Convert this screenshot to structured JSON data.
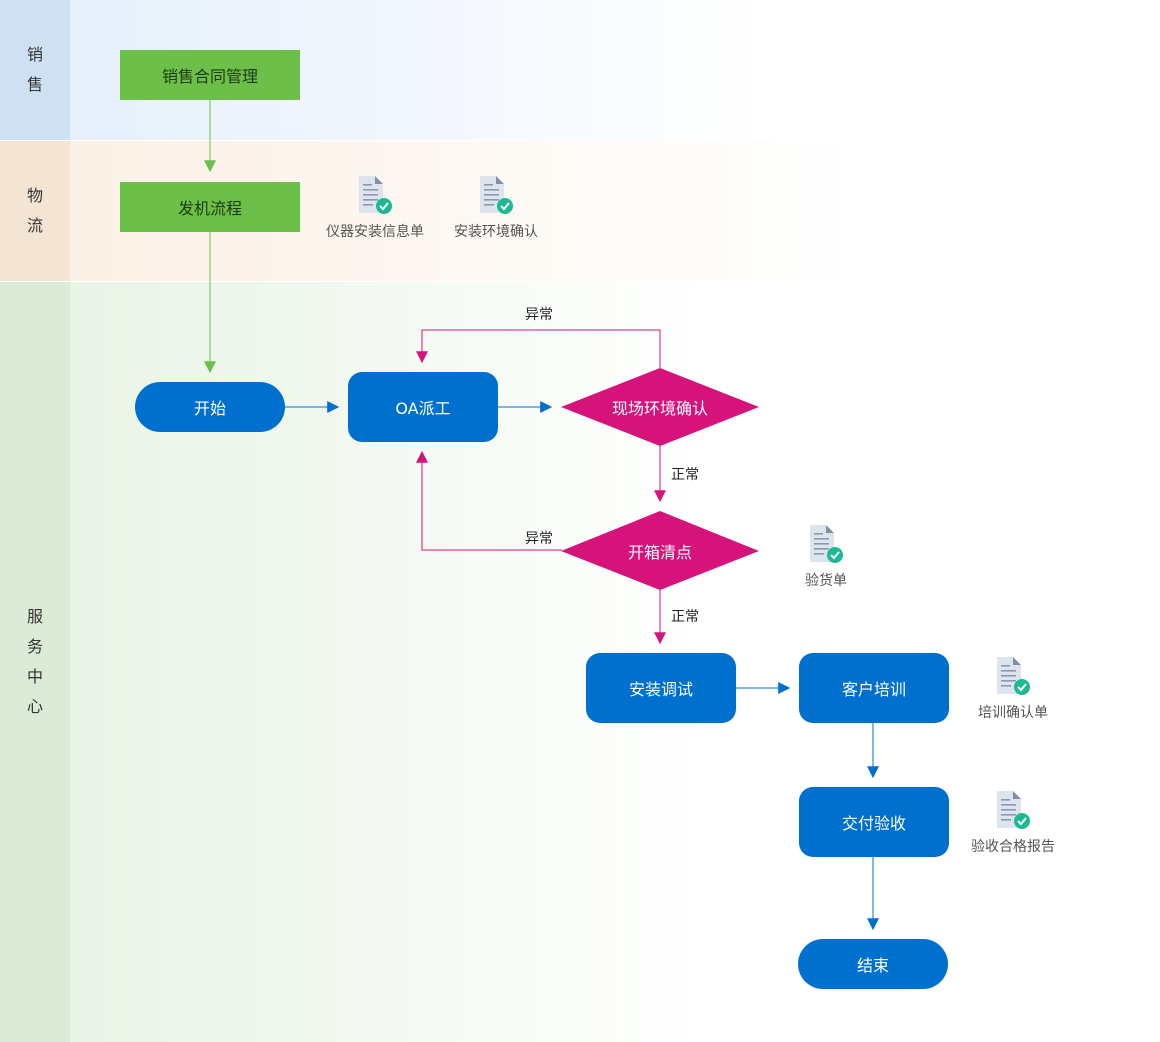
{
  "lanes": [
    {
      "id": "sales",
      "label": "销售"
    },
    {
      "id": "logistics",
      "label": "物流"
    },
    {
      "id": "service",
      "label": "服务中心"
    }
  ],
  "nodes": {
    "sales_contract": "销售合同管理",
    "shipping_process": "发机流程",
    "start": "开始",
    "oa_dispatch": "OA派工",
    "site_env_check": "现场环境确认",
    "unpack_inventory": "开箱清点",
    "install_debug": "安装调试",
    "customer_training": "客户培训",
    "delivery_acceptance": "交付验收",
    "end": "结束"
  },
  "edge_labels": {
    "env_abnormal": "异常",
    "env_normal": "正常",
    "unpack_abnormal": "异常",
    "unpack_normal": "正常"
  },
  "documents": {
    "instrument_install_info": "仪器安装信息单",
    "install_env_confirm": "安装环境确认",
    "receipt_form": "验货单",
    "training_confirm": "培训确认单",
    "acceptance_report": "验收合格报告"
  },
  "icons": {
    "document": "document-check-icon"
  },
  "colors": {
    "green": "#6cc04a",
    "blue": "#0070cf",
    "magenta": "#d6137b",
    "check": "#1db992"
  }
}
